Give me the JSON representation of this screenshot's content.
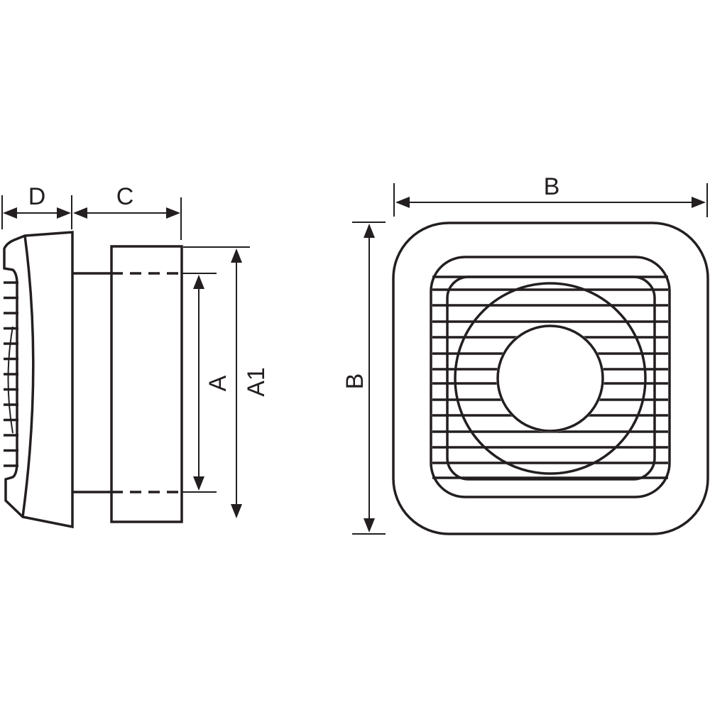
{
  "labels": {
    "d": "D",
    "c": "C",
    "a": "A",
    "a1": "A1",
    "b_width": "B",
    "b_height": "B"
  },
  "colors": {
    "line": "#231f20",
    "background": "#ffffff"
  }
}
